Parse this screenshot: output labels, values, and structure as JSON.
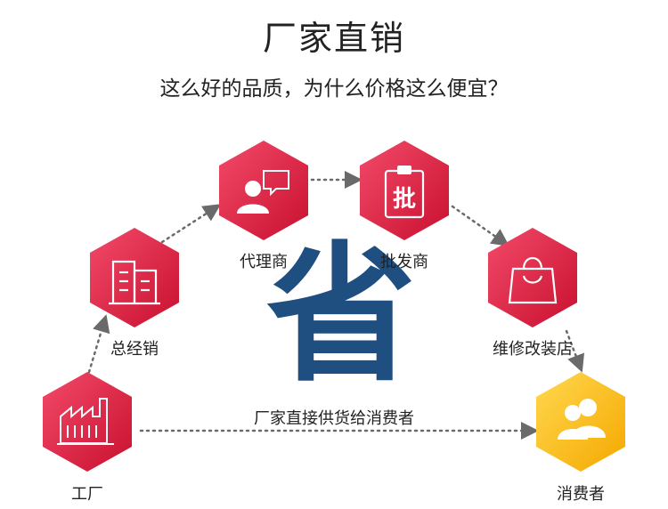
{
  "header": {
    "title": "厂家直销",
    "subtitle": "这么好的品质，为什么价格这么便宜？"
  },
  "center_char": "省",
  "direct_label": "厂家直接供货给消费者",
  "nodes": [
    {
      "label": "工厂",
      "icon": "factory-icon",
      "color": "red"
    },
    {
      "label": "总经销",
      "icon": "building-icon",
      "color": "red"
    },
    {
      "label": "代理商",
      "icon": "agent-chat-icon",
      "color": "red"
    },
    {
      "label": "批发商",
      "icon": "clipboard-pi-icon",
      "color": "red"
    },
    {
      "label": "维修改装店",
      "icon": "shopping-bag-icon",
      "color": "red"
    },
    {
      "label": "消费者",
      "icon": "consumers-icon",
      "color": "yellow"
    }
  ],
  "colors": {
    "red_light": "#f0385a",
    "red_dark": "#c8102e",
    "yellow_light": "#ffd24a",
    "yellow_dark": "#f5a800",
    "center_blue": "#1f4f80",
    "arrow_grey": "#6a6a6a"
  }
}
